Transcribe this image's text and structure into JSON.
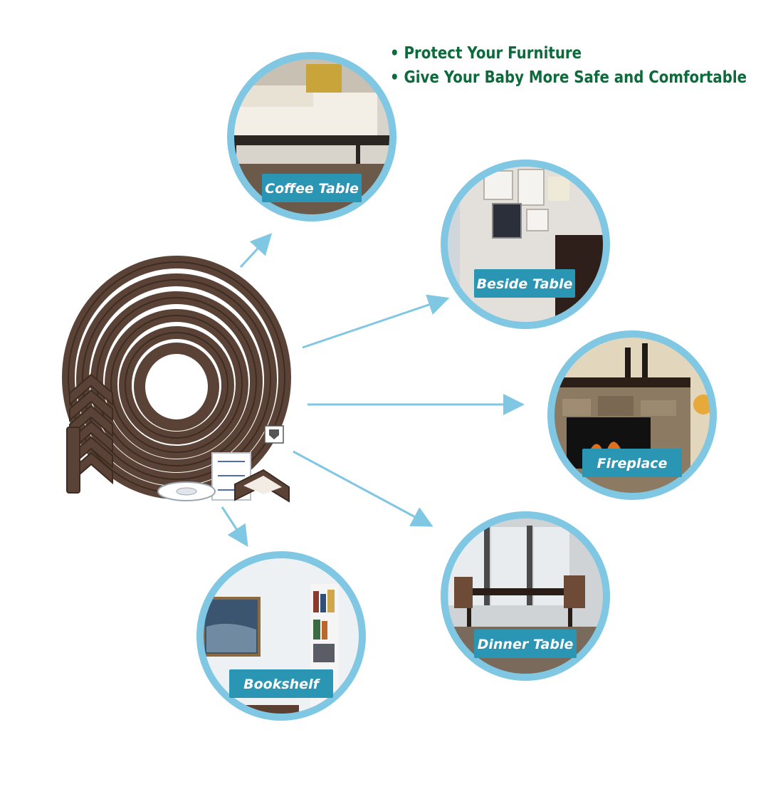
{
  "tagline": {
    "bullets": [
      "Protect Your Furniture",
      "Give Your Baby More Safe and Comfortable"
    ],
    "color": "#0b6b3a"
  },
  "rooms": [
    {
      "label": "Coffee Table"
    },
    {
      "label": "Beside Table"
    },
    {
      "label": "Fireplace"
    },
    {
      "label": "Dinner Table"
    },
    {
      "label": "Bookshelf"
    }
  ],
  "colors": {
    "ring": "#7fc7e3",
    "arrow": "#7fc7e3",
    "label_bg": "#2b95b4",
    "product": "#5a4336"
  }
}
